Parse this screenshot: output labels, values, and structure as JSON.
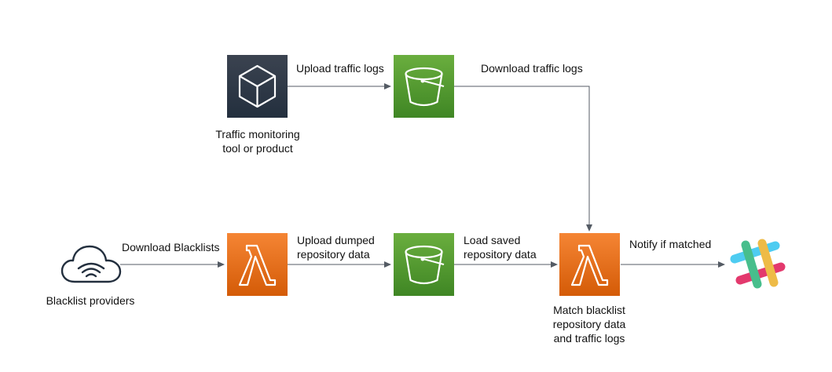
{
  "nodes": {
    "traffic_tool": {
      "label": "Traffic monitoring\ntool or product",
      "icon": "ec2-cube-icon",
      "color_top": "#3b4350",
      "color_bottom": "#232f3e"
    },
    "s3_logs": {
      "icon": "s3-bucket-icon",
      "color_top": "#6aae3e",
      "color_bottom": "#3f8624"
    },
    "blacklist_providers": {
      "label": "Blacklist providers",
      "icon": "cloud-wifi-icon"
    },
    "lambda_download": {
      "icon": "lambda-icon",
      "color_top": "#f58534",
      "color_bottom": "#d45b07"
    },
    "s3_repository": {
      "icon": "s3-bucket-icon",
      "color_top": "#6aae3e",
      "color_bottom": "#3f8624"
    },
    "lambda_match": {
      "label": "Match blacklist\nrepository data\nand traffic logs",
      "icon": "lambda-icon",
      "color_top": "#f58534",
      "color_bottom": "#d45b07"
    },
    "slack": {
      "icon": "slack-icon",
      "colors": [
        "#36c5f0",
        "#2eb67d",
        "#ecb22e",
        "#e01e5a"
      ]
    }
  },
  "edges": {
    "upload_traffic_logs": "Upload traffic logs",
    "download_traffic_logs": "Download traffic logs",
    "download_blacklists": "Download Blacklists",
    "upload_dumped": "Upload dumped\nrepository data",
    "load_saved": "Load saved\nrepository data",
    "notify": "Notify if matched"
  },
  "colors": {
    "edge": "#545b64",
    "cloud_stroke": "#232f3e"
  }
}
